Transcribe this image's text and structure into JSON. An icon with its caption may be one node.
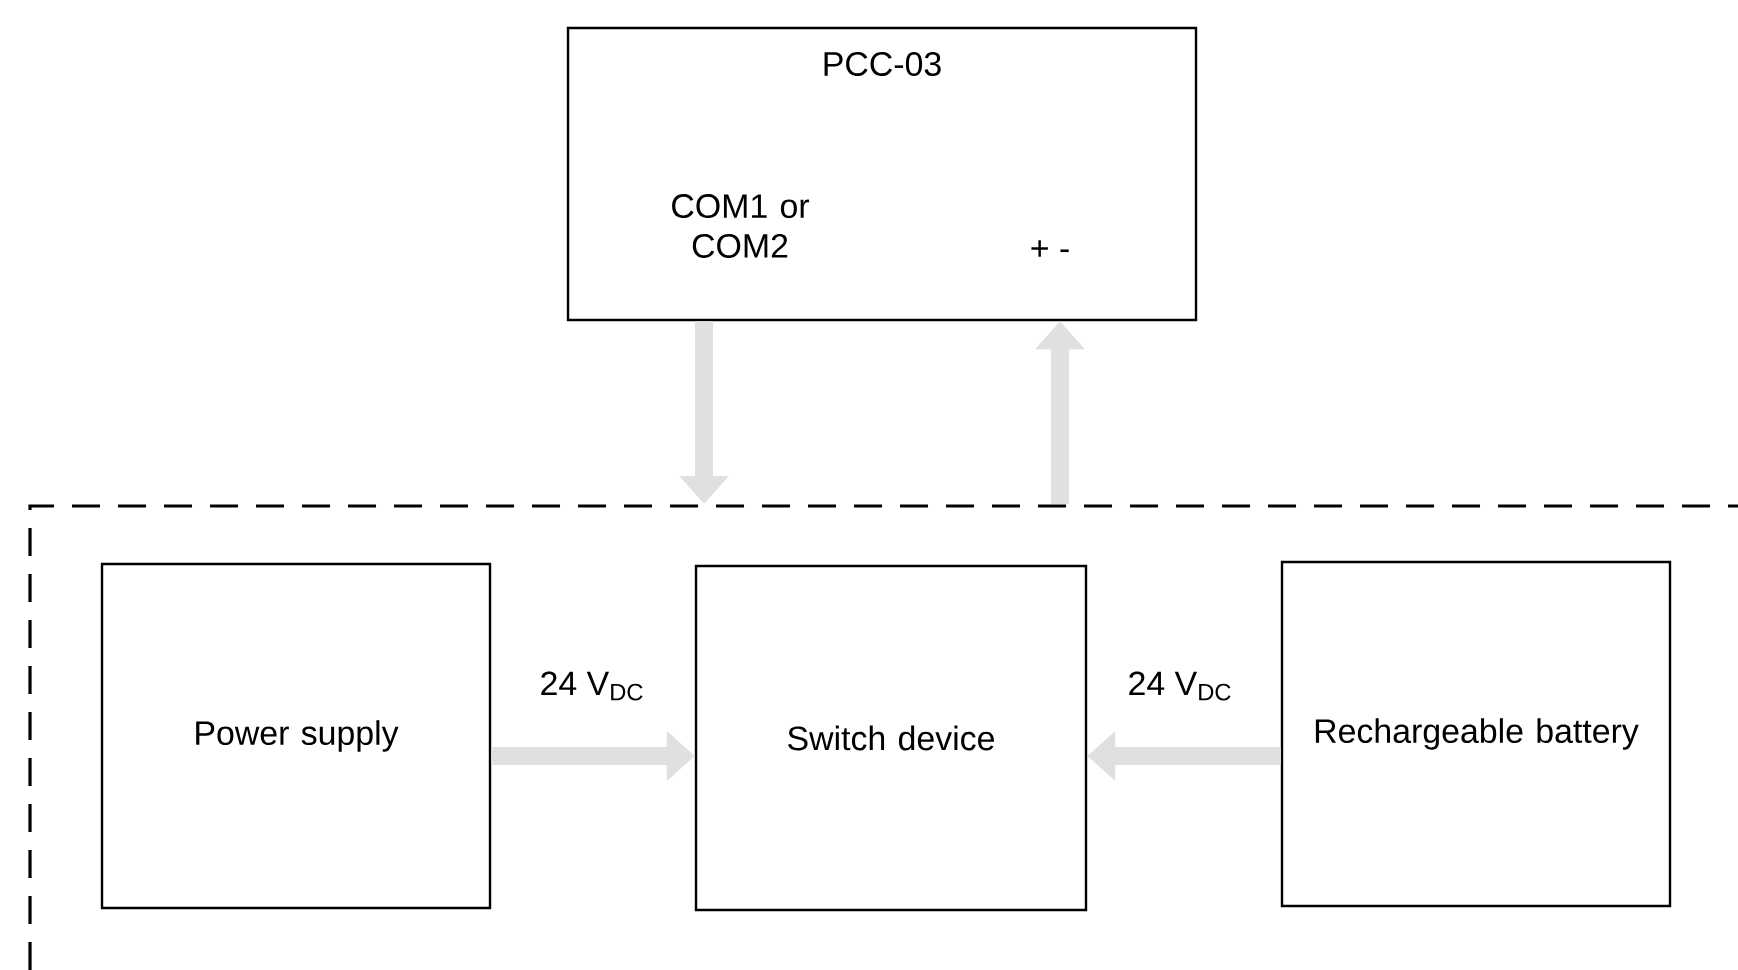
{
  "diagram": {
    "nodes": [
      {
        "text": [
          "PCC-03",
          "COM1 or COM2",
          "+ -"
        ]
      },
      {
        "text": [
          "Power supply"
        ]
      },
      {
        "text": [
          "Switch device"
        ]
      },
      {
        "text": [
          "Rechargeable battery"
        ]
      }
    ],
    "edges": [
      {
        "from": 0,
        "to": null,
        "arrow": "to"
      },
      {
        "from": null,
        "to": 0,
        "arrow": "to"
      },
      {
        "from": 1,
        "to": 2,
        "arrow": "to",
        "label": "24 V$_{DC}$"
      },
      {
        "from": 3,
        "to": 2,
        "arrow": "to",
        "label": "24 V$_{DC}$"
      }
    ]
  }
}
